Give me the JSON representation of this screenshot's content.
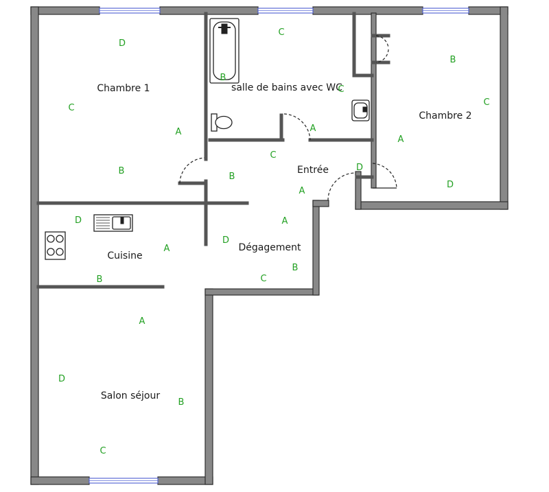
{
  "colors": {
    "wall_letter": "#22a022",
    "wall_fill": "#888888",
    "window": "#5a6ad6",
    "text": "#1a1a1a"
  },
  "rooms": [
    {
      "id": "chambre1",
      "label": "Chambre 1"
    },
    {
      "id": "sdb",
      "label": "salle de bains avec WC"
    },
    {
      "id": "chambre2",
      "label": "Chambre 2"
    },
    {
      "id": "entree",
      "label": "Entrée"
    },
    {
      "id": "cuisine",
      "label": "Cuisine"
    },
    {
      "id": "degagement",
      "label": "Dégagement"
    },
    {
      "id": "salon",
      "label": "Salon séjour"
    }
  ],
  "wall_letters": {
    "chambre1": [
      "D",
      "C",
      "A",
      "B"
    ],
    "sdb": [
      "C",
      "B",
      "C",
      "A"
    ],
    "chambre2": [
      "B",
      "C",
      "A",
      "D"
    ],
    "entree": [
      "C",
      "B",
      "D",
      "A"
    ],
    "cuisine": [
      "D",
      "A",
      "B"
    ],
    "degagement": [
      "A",
      "D",
      "B",
      "C"
    ],
    "salon": [
      "A",
      "D",
      "B",
      "C"
    ]
  },
  "fixtures": [
    "bathtub-icon",
    "toilet-icon",
    "washbasin-icon",
    "kitchen-sink-icon",
    "cooktop-icon"
  ]
}
